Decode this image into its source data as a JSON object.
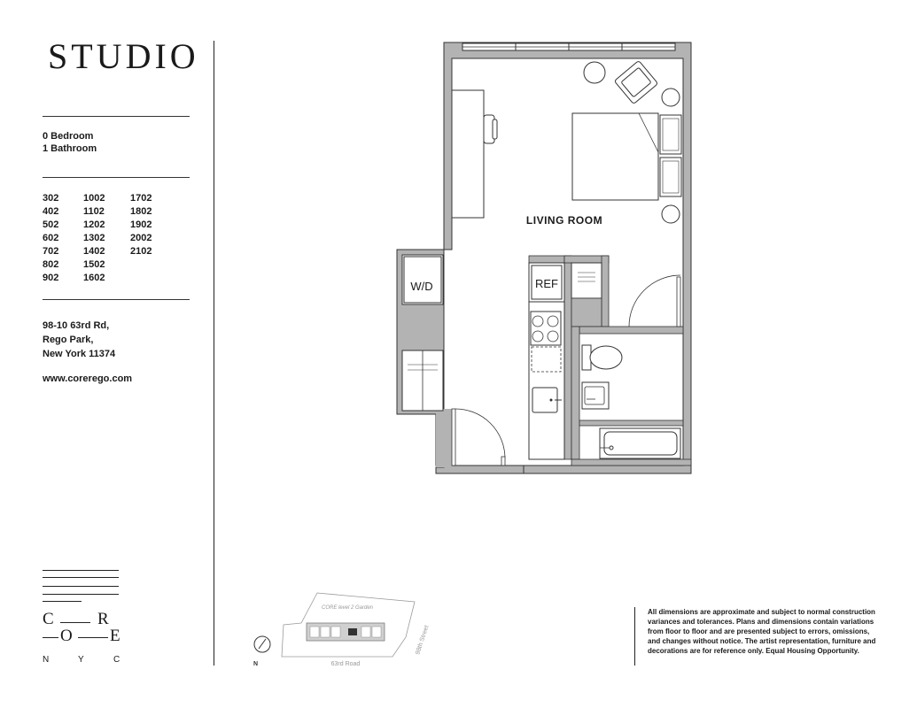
{
  "plan": {
    "title": "STUDIO",
    "bedrooms": "0 Bedroom",
    "bathrooms": "1 Bathroom",
    "units": [
      "302",
      "1002",
      "1702",
      "402",
      "1102",
      "1802",
      "502",
      "1202",
      "1902",
      "602",
      "1302",
      "2002",
      "702",
      "1402",
      "2102",
      "802",
      "1502",
      "",
      "902",
      "1602",
      ""
    ],
    "address": [
      "98-10 63rd Rd,",
      "Rego Park,",
      "New York 11374"
    ],
    "website": "www.corerego.com"
  },
  "floorplan": {
    "room_label": "LIVING ROOM",
    "washer_dryer_label": "W/D",
    "refrigerator_label": "REF"
  },
  "key_plan": {
    "garden_label": "CORE level 2 Garden",
    "street_east": "98th Street",
    "street_south": "63rd Road",
    "north_label": "N"
  },
  "logo": {
    "row1": [
      "C",
      "R"
    ],
    "row2": [
      "O",
      "E"
    ],
    "city": [
      "N",
      "Y",
      "C"
    ]
  },
  "disclaimer": "All dimensions are approximate and subject to normal construction variances and tolerances. Plans and dimensions contain variations from floor to floor and are presented subject to errors, omissions, and changes without notice. The artist representation, furniture and decorations are for reference only. Equal Housing Opportunity.",
  "colors": {
    "wall": "#b3b3b3",
    "ink": "#1a1a1a"
  }
}
